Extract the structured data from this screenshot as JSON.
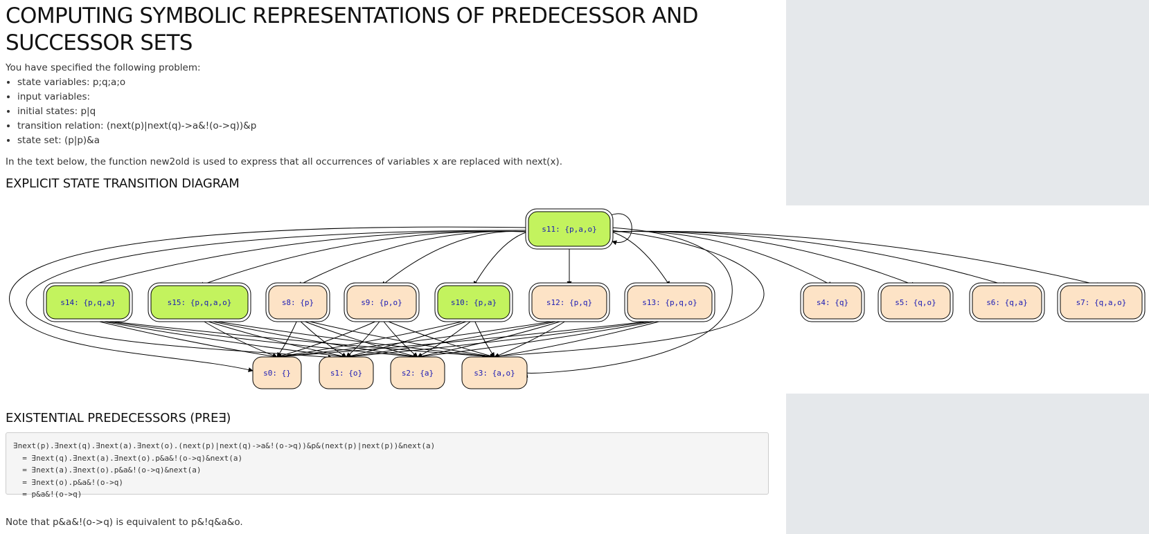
{
  "page": {
    "title": "COMPUTING SYMBOLIC REPRESENTATIONS OF PREDECESSOR AND SUCCESSOR SETS",
    "intro": "You have specified the following problem:",
    "problem_items": [
      "state variables: p;q;a;o",
      "input variables:",
      "initial states: p|q",
      "transition relation: (next(p)|next(q)->a&!(o->q))&p",
      "state set: (p|p)&a"
    ],
    "new2old_note": "In the text below, the function new2old is used to express that all occurrences of variables x are replaced with next(x).",
    "diagram_heading": "EXPLICIT STATE TRANSITION DIAGRAM",
    "pre_heading": "EXISTENTIAL PREDECESSORS (PRE∃)",
    "derivation": "∃next(p).∃next(q).∃next(a).∃next(o).(next(p)|next(q)->a&!(o->q))&p&(next(p)|next(p))&next(a)\n  = ∃next(q).∃next(a).∃next(o).p&a&!(o->q)&next(a)\n  = ∃next(a).∃next(o).p&a&!(o->q)&next(a)\n  = ∃next(o).p&a&!(o->q)\n  = p&a&!(o->q)",
    "equivalence_note": "Note that p&a&!(o->q) is equivalent to p&!q&a&o."
  },
  "colors": {
    "initial_state_fill": "#c3f35e",
    "state_fill": "#fde3c6",
    "label_color": "#1a1ab4",
    "sidebar": "#e5e8eb",
    "code_bg": "#f5f5f5"
  },
  "diagram": {
    "nodes": [
      {
        "id": "s11",
        "label": "s11: {p,a,o}",
        "initial": true
      },
      {
        "id": "s14",
        "label": "s14: {p,q,a}",
        "initial": true
      },
      {
        "id": "s15",
        "label": "s15: {p,q,a,o}",
        "initial": true
      },
      {
        "id": "s8",
        "label": "s8: {p}",
        "initial": true
      },
      {
        "id": "s9",
        "label": "s9: {p,o}",
        "initial": true
      },
      {
        "id": "s10",
        "label": "s10: {p,a}",
        "initial": true
      },
      {
        "id": "s12",
        "label": "s12: {p,q}",
        "initial": true
      },
      {
        "id": "s13",
        "label": "s13: {p,q,o}",
        "initial": true
      },
      {
        "id": "s4",
        "label": "s4: {q}",
        "initial": true
      },
      {
        "id": "s5",
        "label": "s5: {q,o}",
        "initial": true
      },
      {
        "id": "s6",
        "label": "s6: {q,a}",
        "initial": true
      },
      {
        "id": "s7",
        "label": "s7: {q,a,o}",
        "initial": true
      },
      {
        "id": "s0",
        "label": "s0: {}",
        "initial": false
      },
      {
        "id": "s1",
        "label": "s1: {o}",
        "initial": false
      },
      {
        "id": "s2",
        "label": "s2: {a}",
        "initial": false
      },
      {
        "id": "s3",
        "label": "s3: {a,o}",
        "initial": false
      }
    ]
  }
}
